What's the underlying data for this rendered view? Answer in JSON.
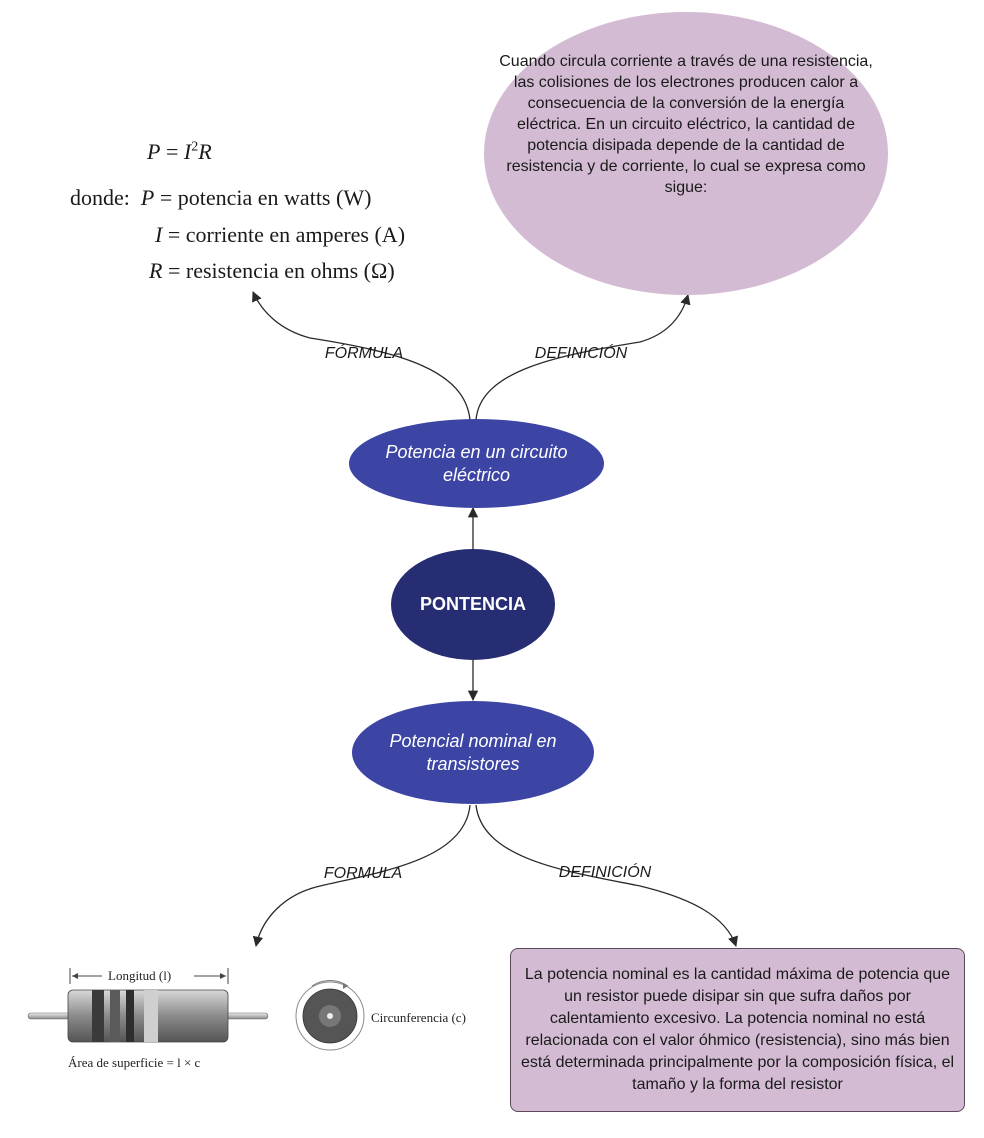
{
  "nodes": {
    "center": "PONTENCIA",
    "top": "Potencia en un circuito eléctrico",
    "bottom": "Potencial nominal en transistores",
    "top_definition": "Cuando circula corriente a través de una resistencia, las colisiones de los electrones producen calor a consecuencia de la conversión de la energía eléctrica. En un circuito eléctrico, la cantidad de potencia disipada depende de la cantidad de resistencia y de corriente, lo cual se expresa como sigue:",
    "bottom_definition": "La potencia nominal es la cantidad máxima de potencia que un resistor puede disipar sin que sufra daños por calentamiento excesivo. La potencia nominal no está relacionada con el valor óhmico (resistencia), sino más bien está determinada principalmente por la composición física, el tamaño y la forma del resistor"
  },
  "edge_labels": {
    "top_formula": "FÓRMULA",
    "top_definition": "DEFINICIÓN",
    "bottom_formula": "FORMULA",
    "bottom_definition": "DEFINICIÓN"
  },
  "formula": {
    "equation_lhs": "P",
    "equation_rhs_var": "I",
    "equation_exp": "2",
    "equation_rhs_tail": "R",
    "donde": "donde:",
    "def_p_var": "P",
    "def_p_text": "potencia en watts (W)",
    "def_i_var": "I",
    "def_i_text": "corriente en amperes (A)",
    "def_r_var": "R",
    "def_r_text": "resistencia en ohms (Ω)"
  },
  "resistor_figure": {
    "length_label": "Longitud (l)",
    "area_label": "Área de superficie = l × c",
    "circ_label": "Circunferencia (c)"
  },
  "colors": {
    "blue_node": "#3c45a4",
    "center_node": "#262d72",
    "violet_node": "#d3bcd3"
  }
}
